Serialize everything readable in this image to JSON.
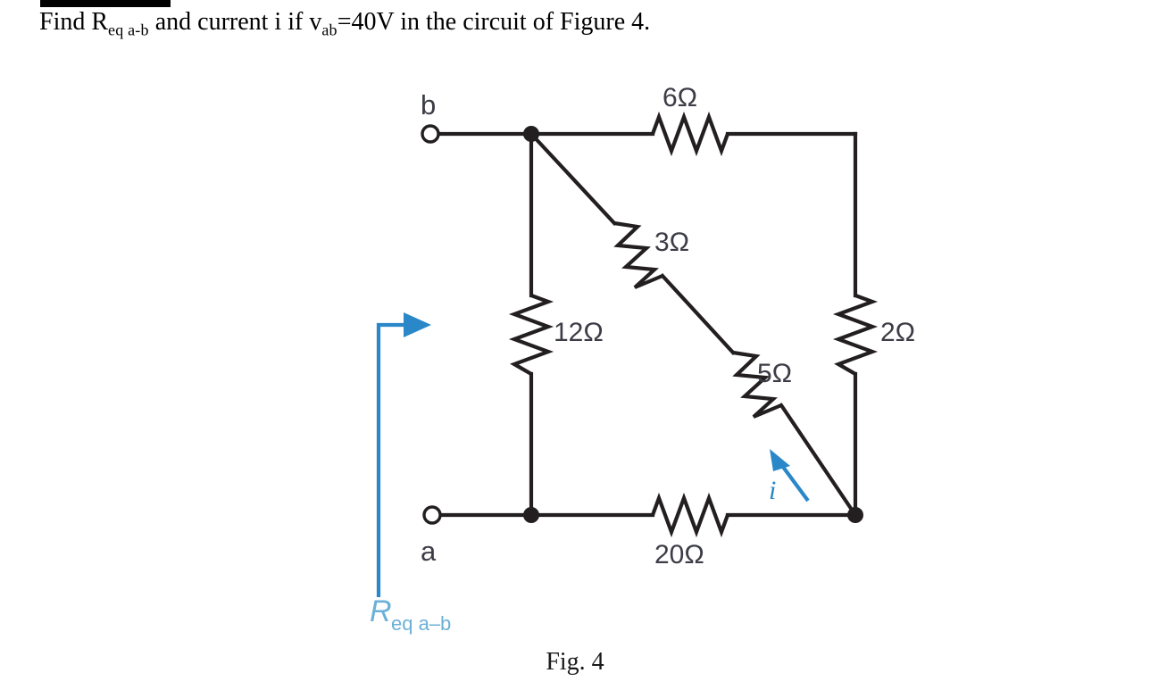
{
  "document": {
    "problem_prefix": "Find R",
    "problem_req_sub": "eq a-b",
    "problem_mid": " and current i if v",
    "problem_v_sub": "ab",
    "problem_suffix": "=40V in the circuit of Figure 4.",
    "figure_caption": "Fig. 4"
  },
  "figure": {
    "terminal_top_label": "b",
    "terminal_bottom_label": "a",
    "current_label": "i",
    "req_symbol": "R",
    "req_subscript": "eq a–b",
    "resistors": [
      {
        "name": "r-6-ohm",
        "label": "6Ω",
        "value": 6,
        "unit": "Ω",
        "orientation": "horizontal",
        "position": "top-branch"
      },
      {
        "name": "r-3-ohm",
        "label": "3Ω",
        "value": 3,
        "unit": "Ω",
        "orientation": "diagonal",
        "position": "upper-diagonal"
      },
      {
        "name": "r-12-ohm",
        "label": "12Ω",
        "value": 12,
        "unit": "Ω",
        "orientation": "vertical",
        "position": "left-branch"
      },
      {
        "name": "r-2-ohm",
        "label": "2Ω",
        "value": 2,
        "unit": "Ω",
        "orientation": "vertical",
        "position": "right-branch"
      },
      {
        "name": "r-5-ohm",
        "label": "5Ω",
        "value": 5,
        "unit": "Ω",
        "orientation": "diagonal",
        "position": "lower-diagonal"
      },
      {
        "name": "r-20-ohm",
        "label": "20Ω",
        "value": 20,
        "unit": "Ω",
        "orientation": "horizontal",
        "position": "bottom-branch"
      }
    ],
    "colors": {
      "wire": "#231f20",
      "accent_blue": "#2a87c8",
      "req_label_blue": "#6bb0d8",
      "label_text": "#3c3c46"
    }
  }
}
